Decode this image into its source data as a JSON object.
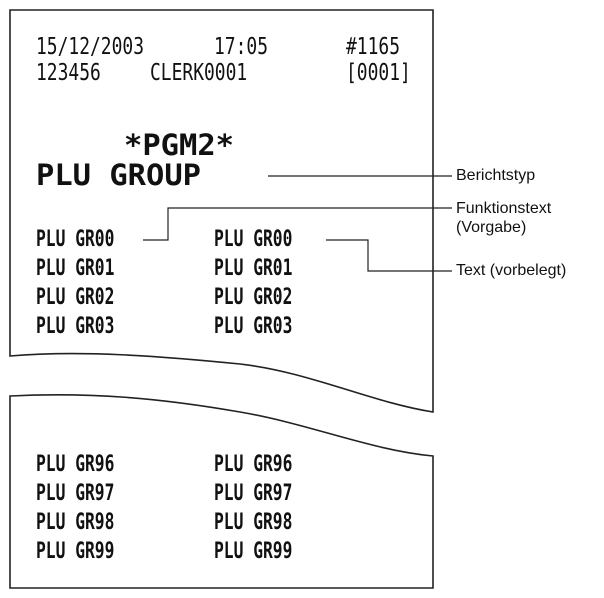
{
  "receipt": {
    "date": "15/12/2003",
    "time": "17:05",
    "receipt_no": "#1165",
    "register_no": "123456",
    "clerk": "CLERK0001",
    "clerk_code": "[0001]",
    "program_title": "*PGM2*",
    "report_title": "PLU GROUP",
    "top_rows": [
      {
        "function_text": "PLU GR00",
        "preset_text": "PLU GR00"
      },
      {
        "function_text": "PLU GR01",
        "preset_text": "PLU GR01"
      },
      {
        "function_text": "PLU GR02",
        "preset_text": "PLU GR02"
      },
      {
        "function_text": "PLU GR03",
        "preset_text": "PLU GR03"
      }
    ],
    "bottom_rows": [
      {
        "function_text": "PLU GR96",
        "preset_text": "PLU GR96"
      },
      {
        "function_text": "PLU GR97",
        "preset_text": "PLU GR97"
      },
      {
        "function_text": "PLU GR98",
        "preset_text": "PLU GR98"
      },
      {
        "function_text": "PLU GR99",
        "preset_text": "PLU GR99"
      }
    ]
  },
  "annotations": {
    "report_type": "Berichtstyp",
    "function_text_line1": "Funktionstext",
    "function_text_line2": "(Vorgabe)",
    "preset_text": "Text (vorbelegt)"
  }
}
